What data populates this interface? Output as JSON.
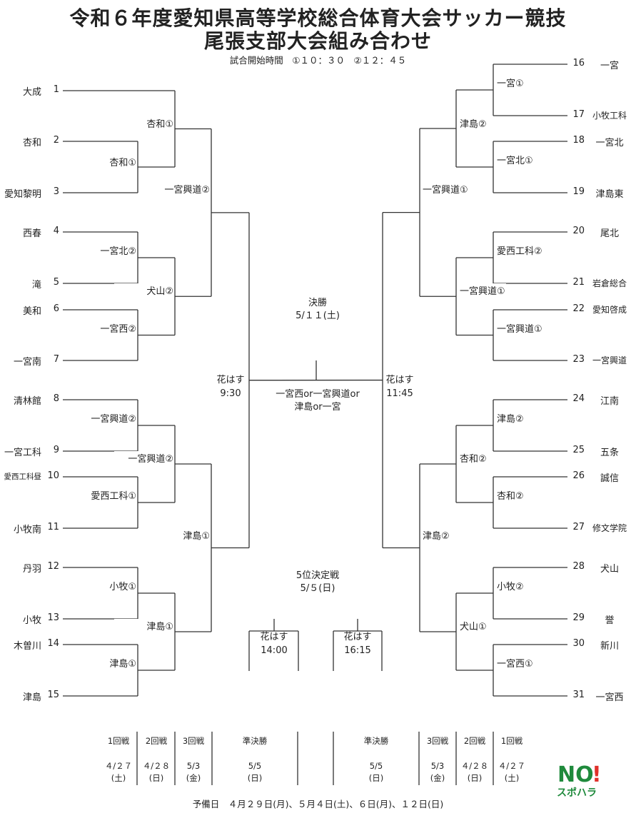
{
  "title": {
    "line1": "令和６年度愛知県高等学校総合体育大会サッカー競技",
    "line2": "尾張支部大会組み合わせ"
  },
  "kickoff_times": "試合開始時間　①１０：３０　②１２：４５",
  "left_teams": [
    {
      "n": "1",
      "name": "大成"
    },
    {
      "n": "2",
      "name": "杏和"
    },
    {
      "n": "3",
      "name": "愛知黎明"
    },
    {
      "n": "4",
      "name": "西春"
    },
    {
      "n": "5",
      "name": "滝"
    },
    {
      "n": "6",
      "name": "美和"
    },
    {
      "n": "7",
      "name": "一宮南"
    },
    {
      "n": "8",
      "name": "清林館"
    },
    {
      "n": "9",
      "name": "一宮工科"
    },
    {
      "n": "10",
      "name": "愛西工科昼"
    },
    {
      "n": "11",
      "name": "小牧南"
    },
    {
      "n": "12",
      "name": "丹羽"
    },
    {
      "n": "13",
      "name": "小牧"
    },
    {
      "n": "14",
      "name": "木曽川"
    },
    {
      "n": "15",
      "name": "津島"
    }
  ],
  "right_teams": [
    {
      "n": "16",
      "name": "一宮"
    },
    {
      "n": "17",
      "name": "小牧工科"
    },
    {
      "n": "18",
      "name": "一宮北"
    },
    {
      "n": "19",
      "name": "津島東"
    },
    {
      "n": "20",
      "name": "尾北"
    },
    {
      "n": "21",
      "name": "岩倉総合"
    },
    {
      "n": "22",
      "name": "愛知啓成"
    },
    {
      "n": "23",
      "name": "一宮興道"
    },
    {
      "n": "24",
      "name": "江南"
    },
    {
      "n": "25",
      "name": "五条"
    },
    {
      "n": "26",
      "name": "誠信"
    },
    {
      "n": "27",
      "name": "修文学院"
    },
    {
      "n": "28",
      "name": "犬山"
    },
    {
      "n": "29",
      "name": "誉"
    },
    {
      "n": "30",
      "name": "新川"
    },
    {
      "n": "31",
      "name": "一宮西"
    }
  ],
  "left_results": {
    "r1": [
      "杏和①",
      "一宮北②",
      "一宮西②",
      "一宮興道②",
      "愛西工科①",
      "小牧①",
      "津島①"
    ],
    "r2": [
      "杏和①",
      "犬山②",
      "一宮興道②",
      "津島①"
    ],
    "r3": [
      "一宮興道②",
      "津島①"
    ]
  },
  "right_results": {
    "r1": [
      "一宮①",
      "一宮北①",
      "愛西工科②",
      "一宮興道①",
      "津島②",
      "杏和②",
      "小牧②",
      "一宮西①"
    ],
    "r2": [
      "津島②",
      "一宮興道①",
      "杏和②",
      "犬山①"
    ],
    "r3": [
      "一宮興道①",
      "津島②"
    ]
  },
  "semifinal_left": {
    "venue": "花はす",
    "time": "9:30"
  },
  "semifinal_right": {
    "venue": "花はす",
    "time": "11:45"
  },
  "final": {
    "label": "決勝",
    "date": "5/１１(土)",
    "candidates_line1": "一宮西or一宮興道or",
    "candidates_line2": "津島or一宮"
  },
  "fifth_place": {
    "label": "5位決定戦",
    "date": "5/５(日)",
    "match1": {
      "venue": "花はす",
      "time": "14:00"
    },
    "match2": {
      "venue": "花はす",
      "time": "16:15"
    }
  },
  "schedule_left": [
    {
      "round": "1回戦",
      "date": "４/２７",
      "day": "(土)"
    },
    {
      "round": "2回戦",
      "date": "４/２８",
      "day": "(日)"
    },
    {
      "round": "3回戦",
      "date": "5/3",
      "day": "(金)"
    },
    {
      "round": "準決勝",
      "date": "5/5",
      "day": "(日)"
    }
  ],
  "schedule_right": [
    {
      "round": "準決勝",
      "date": "5/5",
      "day": "(日)"
    },
    {
      "round": "3回戦",
      "date": "5/3",
      "day": "(金)"
    },
    {
      "round": "2回戦",
      "date": "４/２８",
      "day": "(日)"
    },
    {
      "round": "1回戦",
      "date": "４/２７",
      "day": "(土)"
    }
  ],
  "reserve_days": "予備日　４月２９日(月)、５月４日(土)、６日(月)、１２日(日)",
  "logo": {
    "top": "NO!",
    "bottom": "スポハラ",
    "accent": "#1f8a3c",
    "mark": "#e0312a"
  }
}
